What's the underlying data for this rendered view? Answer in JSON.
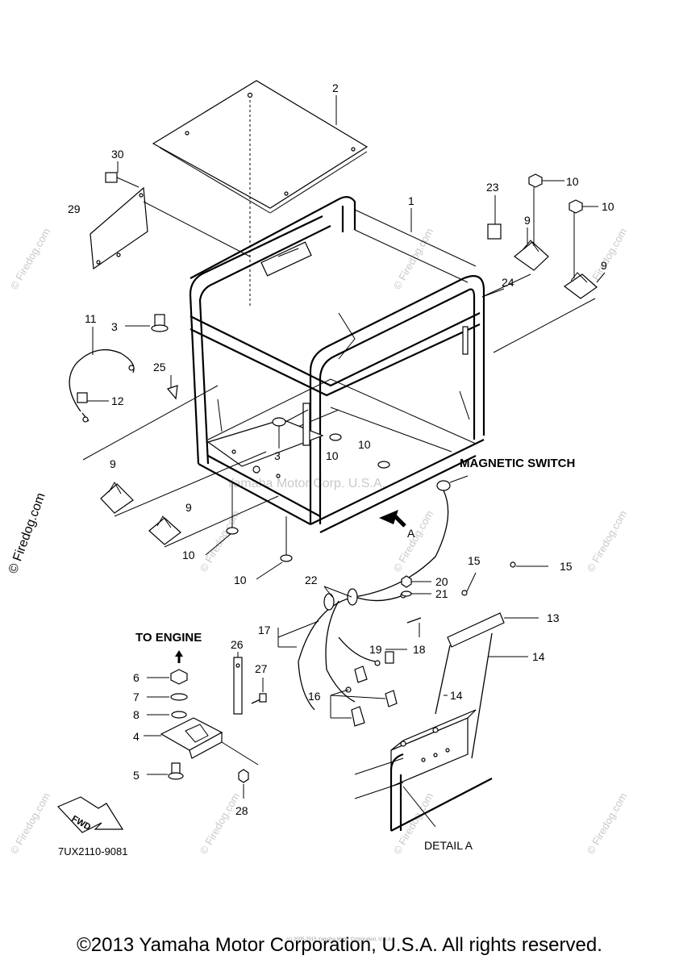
{
  "diagram": {
    "labels": {
      "p1": "1",
      "p2": "2",
      "p3a": "3",
      "p3b": "3",
      "p4": "4",
      "p5": "5",
      "p6": "6",
      "p7": "7",
      "p8": "8",
      "p9a": "9",
      "p9b": "9",
      "p9c": "9",
      "p9d": "9",
      "p10a": "10",
      "p10b": "10",
      "p10c": "10",
      "p10d": "10",
      "p10e": "10",
      "p10f": "10",
      "p11": "11",
      "p12": "12",
      "p13": "13",
      "p14a": "14",
      "p14b": "14",
      "p15a": "15",
      "p15b": "15",
      "p16": "16",
      "p17": "17",
      "p18": "18",
      "p19": "19",
      "p20": "20",
      "p21": "21",
      "p22": "22",
      "p23": "23",
      "p24": "24",
      "p25": "25",
      "p26": "26",
      "p27": "27",
      "p28": "28",
      "p29": "29",
      "p30": "30"
    },
    "callouts": {
      "magnetic_switch": "MAGNETIC SWITCH",
      "to_engine": "TO ENGINE",
      "arrow_a": "A",
      "detail_a": "DETAIL A",
      "fwd": "FWD",
      "diagram_code": "7UX2110-9081"
    },
    "watermarks": {
      "site": "© Firedog.com",
      "center": "Yamaha Motor Corp. U.S.A."
    }
  },
  "footer": {
    "copyright": "©2013 Yamaha Motor Corporation, U.S.A. All rights reserved.",
    "small_notice": "(c) 2005-2015 Yamaha Motor Corporation, U.S.A."
  }
}
